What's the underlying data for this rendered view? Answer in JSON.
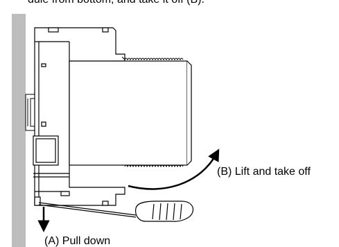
{
  "diagram": {
    "instruction_text": "dule from bottom, and take it off (B).",
    "label_lift": "(B) Lift and take off",
    "label_pull": "(A) Pull down"
  },
  "colors": {
    "wall": "#bdbdbd",
    "line": "#000000",
    "background": "#ffffff"
  }
}
